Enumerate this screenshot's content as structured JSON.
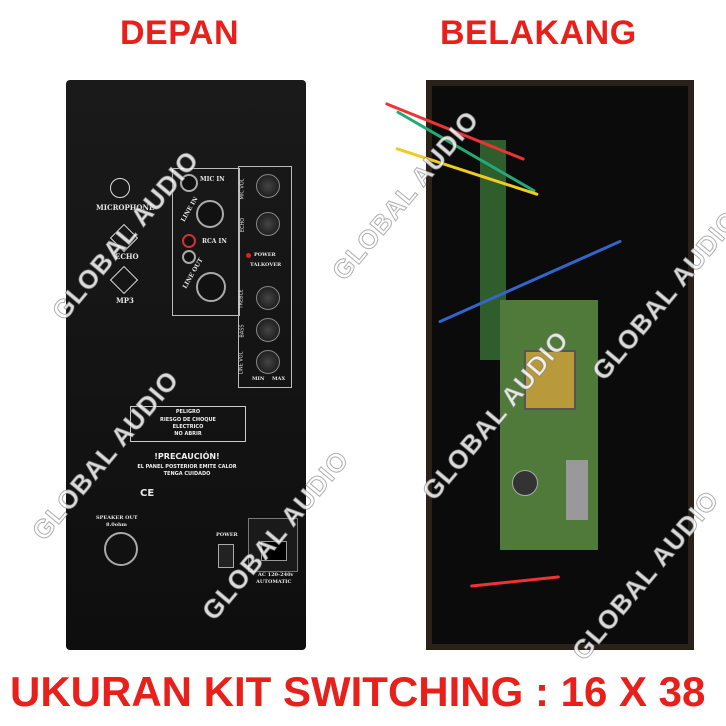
{
  "headings": {
    "front": "DEPAN",
    "back": "BELAKANG"
  },
  "footer": "UKURAN KIT SWITCHING : 16 X 38",
  "watermark": "GLOBAL AUDIO",
  "front_panel": {
    "icons": {
      "microphone": "MICROPHONE",
      "echo": "ECHO",
      "mp3": "MP3"
    },
    "inputs": {
      "mic_in": "MIC IN",
      "line_in": "LINE IN",
      "rca_in": "RCA IN",
      "line_out": "LINE OUT"
    },
    "knob_labels": [
      "MIC VOL",
      "ECHO",
      "TREBLE",
      "BASS",
      "LINE VOL"
    ],
    "range_labels": {
      "min": "MIN",
      "max": "MAX"
    },
    "power_led": "POWER",
    "talkover": "TALKOVER",
    "warning": {
      "title": "PELIGRO",
      "line1": "RIESGO DE CHOQUE",
      "line2": "ELECTRICO",
      "line3": "NO ABRIR"
    },
    "caution": {
      "title": "!PRECAUCIÓN!",
      "line1": "EL PANEL POSTERIOR EMITE CALOR",
      "line2": "TENGA CUIDADO"
    },
    "ce_mark": "CE",
    "speaker_out": {
      "label": "SPEAKER OUT",
      "impedance": "8.0ohm"
    },
    "power_switch": "POWER",
    "ac_label": {
      "line1": "AC 120-240v",
      "line2": "AUTOMATIC"
    }
  },
  "colors": {
    "heading": "#e8201b",
    "panel": "#121212"
  }
}
